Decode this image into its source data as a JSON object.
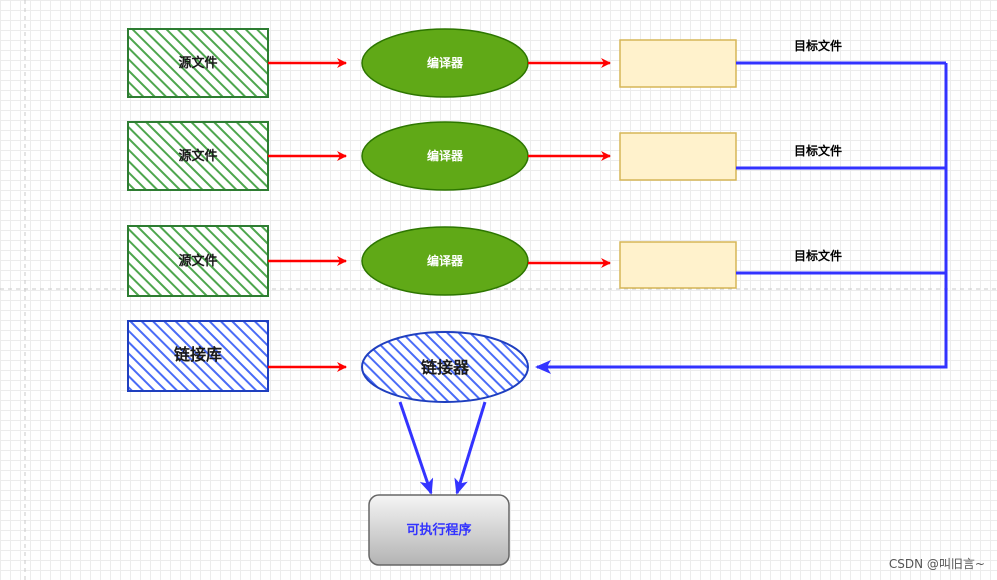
{
  "diagram": {
    "source_label": "源文件",
    "compiler_label": "编译器",
    "object_label": "目标文件",
    "library_label": "链接库",
    "linker_label": "链接器",
    "executable_label": "可执行程序"
  },
  "colors": {
    "source_fill": "#4ea64e",
    "source_stroke": "#2e7d32",
    "compiler_fill": "#60a917",
    "compiler_stroke": "#2d7600",
    "object_fill": "#fff2cc",
    "object_stroke": "#d6b656",
    "library_fill": "#4a6cf7",
    "library_stroke": "#1f3fbf",
    "red_arrow": "#ff0000",
    "blue_line": "#3333ff",
    "exec_text": "#3333ff"
  },
  "watermark": "CSDN @叫旧言~"
}
